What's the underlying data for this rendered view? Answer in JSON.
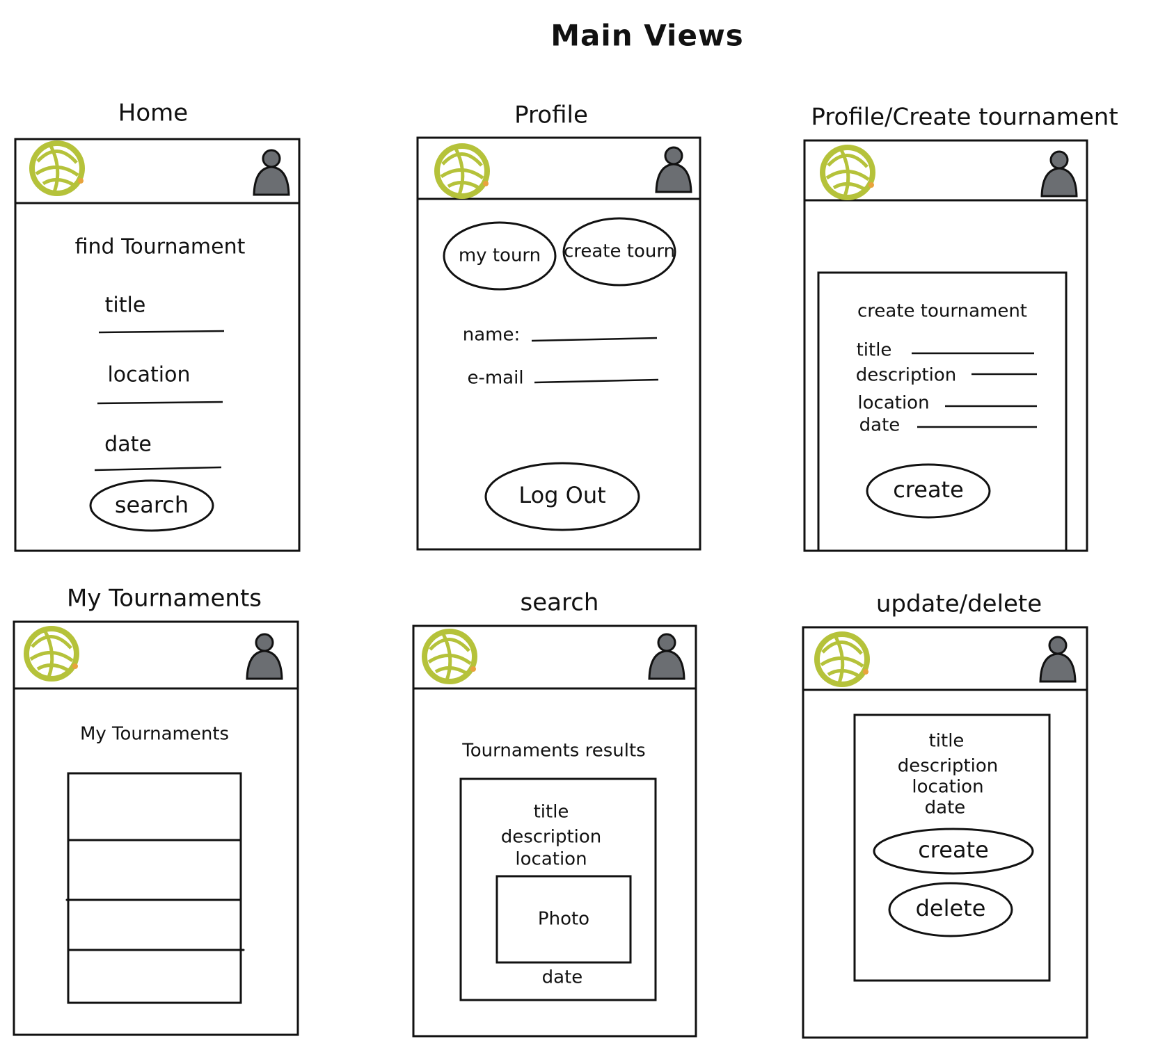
{
  "title": "Main Views",
  "colors": {
    "logo": "#b5c23a",
    "logo_accent": "#e8a33d",
    "avatar": "#6b6e72",
    "ink": "#111111"
  },
  "icons": {
    "logo": "logo-icon",
    "user": "user-avatar-icon"
  },
  "screens": {
    "home": {
      "title": "Home",
      "heading": "find Tournament",
      "fields": [
        "title",
        "location",
        "date"
      ],
      "button": "search"
    },
    "profile": {
      "title": "Profile",
      "buttons": [
        "my tourn",
        "create tourn"
      ],
      "fields": [
        "name:",
        "e-mail"
      ],
      "logout": "Log Out"
    },
    "create": {
      "title": "Profile/Create tournament",
      "heading": "create tournament",
      "fields": [
        "title",
        "description",
        "location",
        "date"
      ],
      "button": "create"
    },
    "mytournaments": {
      "title": "My Tournaments",
      "heading": "My Tournaments",
      "rows": 4
    },
    "search": {
      "title": "search",
      "heading": "Tournaments results",
      "fields": [
        "title",
        "description",
        "location"
      ],
      "photo": "Photo",
      "date": "date"
    },
    "update": {
      "title": "update/delete",
      "fields": [
        "title",
        "description",
        "location",
        "date"
      ],
      "buttons": [
        "create",
        "delete"
      ]
    }
  }
}
